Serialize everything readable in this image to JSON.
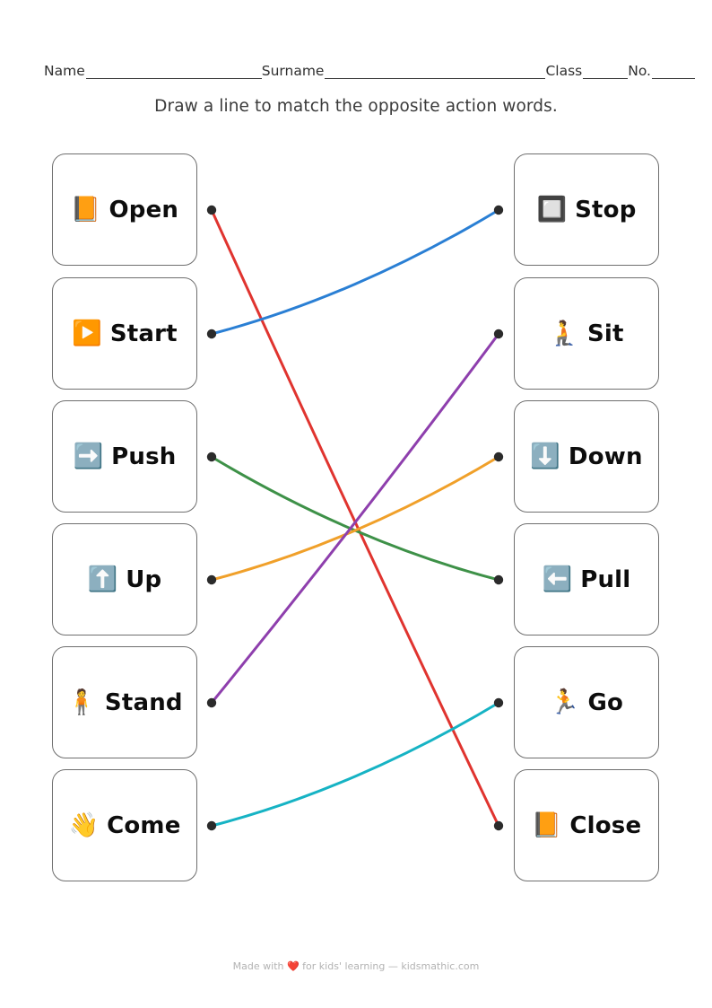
{
  "header": {
    "name_label": "Name",
    "surname_label": "Surname",
    "class_label": "Class",
    "no_label": "No.",
    "name_value": "",
    "surname_value": "",
    "class_value": "",
    "no_value": ""
  },
  "instruction": "Draw a line to match the opposite action words.",
  "left_column": [
    {
      "label": "Open",
      "emoji": "📙",
      "icon_name": "closed-book-icon"
    },
    {
      "label": "Start",
      "emoji": "▶️",
      "icon_name": "play-button-icon"
    },
    {
      "label": "Push",
      "emoji": "➡️",
      "icon_name": "right-arrow-icon"
    },
    {
      "label": "Up",
      "emoji": "⬆️",
      "icon_name": "up-arrow-icon"
    },
    {
      "label": "Stand",
      "emoji": "🧍",
      "icon_name": "standing-person-icon"
    },
    {
      "label": "Come",
      "emoji": "👋",
      "icon_name": "waving-hand-icon"
    }
  ],
  "right_column": [
    {
      "label": "Stop",
      "emoji": "🔲",
      "icon_name": "stop-square-icon"
    },
    {
      "label": "Sit",
      "emoji": "🧎",
      "icon_name": "kneeling-person-icon"
    },
    {
      "label": "Down",
      "emoji": "⬇️",
      "icon_name": "down-arrow-icon"
    },
    {
      "label": "Pull",
      "emoji": "⬅️",
      "icon_name": "left-arrow-icon"
    },
    {
      "label": "Go",
      "emoji": "🏃",
      "icon_name": "running-person-icon"
    },
    {
      "label": "Close",
      "emoji": "📙",
      "icon_name": "closed-book-icon"
    }
  ],
  "connections": [
    {
      "from": "Open",
      "to": "Close",
      "color": "#e0342f"
    },
    {
      "from": "Start",
      "to": "Stop",
      "color": "#2a7fd4"
    },
    {
      "from": "Push",
      "to": "Pull",
      "color": "#3e9148"
    },
    {
      "from": "Up",
      "to": "Down",
      "color": "#f0a02a"
    },
    {
      "from": "Stand",
      "to": "Sit",
      "color": "#8e3fad"
    },
    {
      "from": "Come",
      "to": "Go",
      "color": "#16b3c4"
    }
  ],
  "colors": {
    "card_border": "#6f6f6f",
    "dot": "#2b2b2b",
    "text": "#0d0d0d",
    "footer": "#b3b3b3",
    "heart": "#e8382f"
  },
  "footer": {
    "prefix": "Made with ",
    "heart": "❤️",
    "suffix": " for kids' learning — kidsmathic.com"
  }
}
